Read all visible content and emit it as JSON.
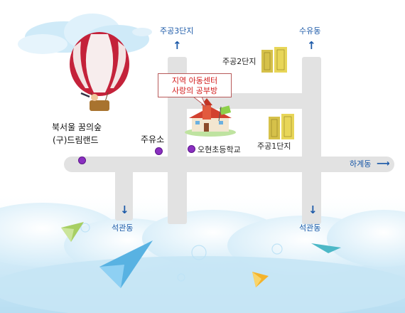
{
  "directions": {
    "north_left": "주공3단지",
    "north_right": "수유동",
    "east": "하계동",
    "south_left": "석관동",
    "south_right": "석관동"
  },
  "landmarks": {
    "apt2": "주공2단지",
    "apt1": "주공1단지",
    "forest_line1": "북서울 꿈의숲",
    "forest_line2": "(구)드림랜드",
    "gas_station": "주유소",
    "school": "오현초등학교"
  },
  "callout": {
    "line1": "지역 아동센터",
    "line2": "사랑의 공부방"
  },
  "icons": {
    "arrow_up": "↑",
    "arrow_down": "↓",
    "arrow_right": "⟶"
  },
  "colors": {
    "road": "#e2e2e2",
    "label_blue": "#1b59a8",
    "callout_text": "#d21a1a",
    "marker": "#8a2fc0"
  }
}
